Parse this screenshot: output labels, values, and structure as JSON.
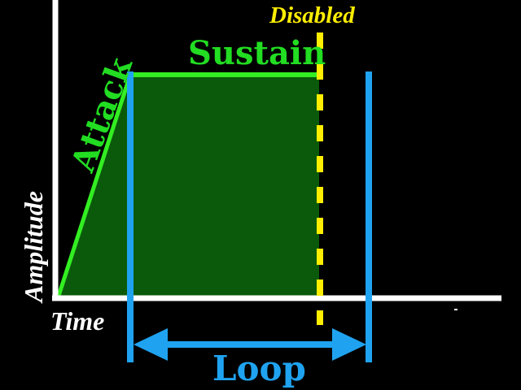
{
  "labels": {
    "attack": "Attack",
    "sustain": "Sustain",
    "disabled": "Disabled",
    "loop": "Loop",
    "time_axis": "Time",
    "amplitude_axis": "Amplitude"
  },
  "colors": {
    "background": "#000000",
    "axes": "#ffffff",
    "envelope_line": "#33ee22",
    "envelope_fill": "#0b5a0b",
    "label_green": "#22dd22",
    "loop_blue": "#1fa3f0",
    "disabled_yellow": "#ffee00",
    "axis_label": "#ffffff"
  }
}
